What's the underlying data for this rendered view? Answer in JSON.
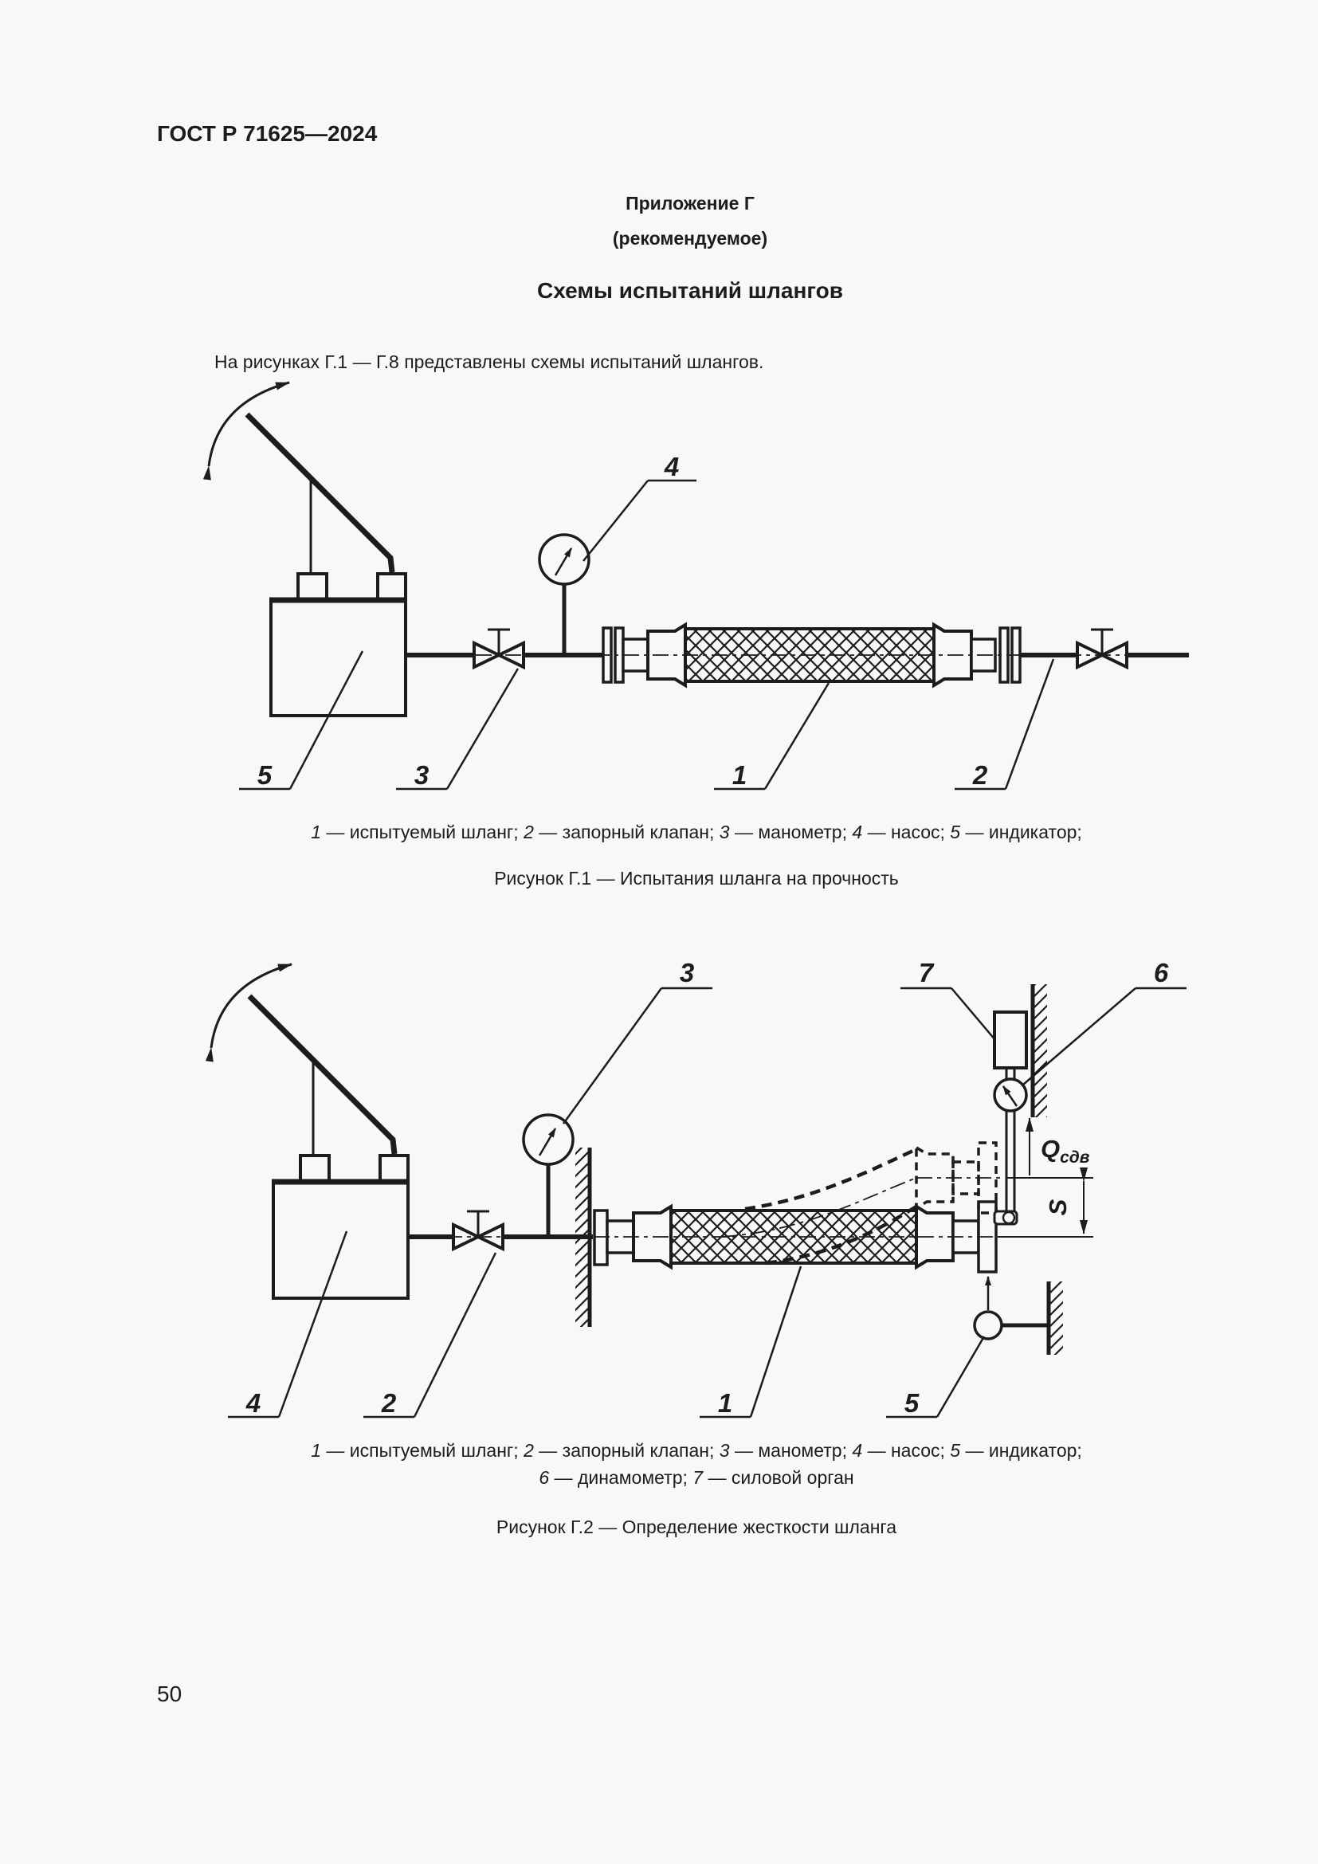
{
  "page": {
    "standard_number": "ГОСТ Р 71625—2024",
    "page_number": "50"
  },
  "appendix": {
    "title": "Приложение Г",
    "subtitle": "(рекомендуемое)",
    "section_title": "Схемы испытаний шлангов",
    "intro": "На рисунках Г.1 — Г.8 представлены схемы испытаний шлангов."
  },
  "figure1": {
    "callouts": {
      "hose": "1",
      "shutoff_valve": "2",
      "pressure_gauge": "3",
      "pump": "4",
      "indicator": "5"
    },
    "caption_parts": [
      [
        "1",
        " — испытуемый шланг; "
      ],
      [
        "2",
        " — запорный клапан; "
      ],
      [
        "3",
        " — манометр; "
      ],
      [
        "4",
        " — насос; "
      ],
      [
        "5",
        " — индикатор;"
      ]
    ],
    "title": "Рисунок Г.1 — Испытания шланга на прочность"
  },
  "figure2": {
    "callouts": {
      "hose": "1",
      "shutoff_valve": "2",
      "pressure_gauge": "3",
      "pump": "4",
      "indicator": "5",
      "dynamometer": "6",
      "force_unit": "7"
    },
    "dimensions": {
      "shear_force": "Q",
      "shear_force_sub": "сдв",
      "displacement": "S"
    },
    "caption_parts": [
      [
        "1",
        " — испытуемый шланг; "
      ],
      [
        "2",
        " — запорный клапан; "
      ],
      [
        "3",
        " — манометр; "
      ],
      [
        "4",
        " — насос; "
      ],
      [
        "5",
        " — индикатор;"
      ]
    ],
    "caption_parts_line2": [
      [
        "6",
        " — динамометр; "
      ],
      [
        "7",
        " — силовой орган"
      ]
    ],
    "title": "Рисунок Г.2 — Определение жесткости шланга"
  },
  "colors": {
    "ink": "#1c1c1c",
    "paper": "#f8f8f7"
  }
}
